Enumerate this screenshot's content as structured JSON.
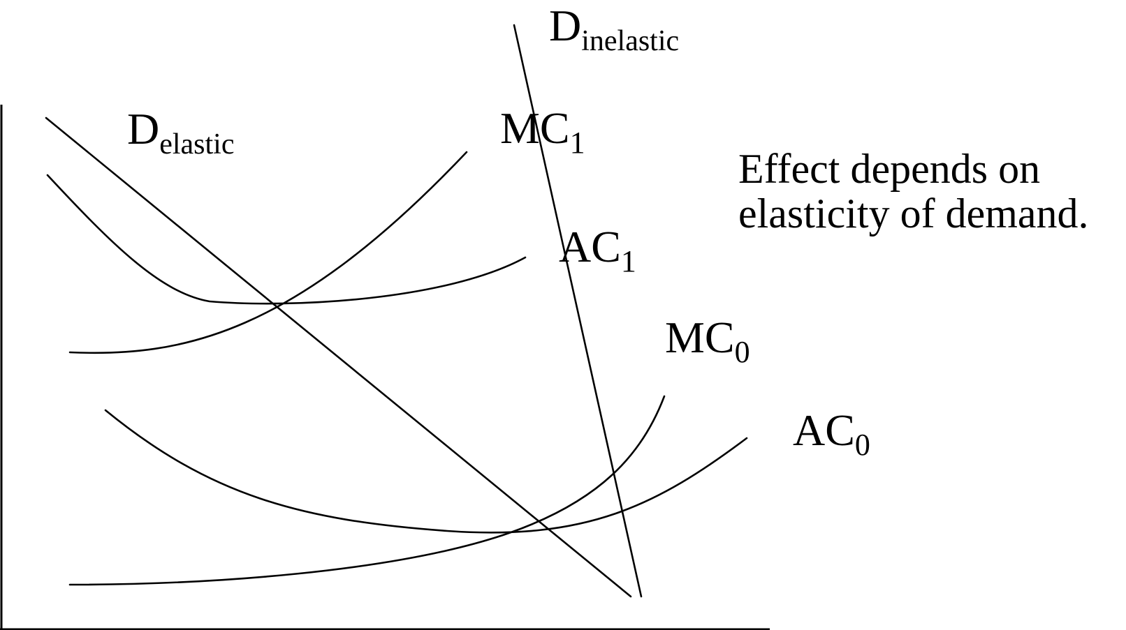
{
  "caption": {
    "line1": "Effect depends on",
    "line2": "elasticity of demand."
  },
  "labels": {
    "d_inelastic": {
      "main": "D",
      "sub": "inelastic"
    },
    "d_elastic": {
      "main": "D",
      "sub": "elastic"
    },
    "mc1": {
      "main": "MC",
      "sub": "1"
    },
    "ac1": {
      "main": "AC",
      "sub": "1"
    },
    "mc0": {
      "main": "MC",
      "sub": "0"
    },
    "ac0": {
      "main": "AC",
      "sub": "0"
    }
  },
  "colors": {
    "line": "#000000",
    "background": "#ffffff"
  }
}
